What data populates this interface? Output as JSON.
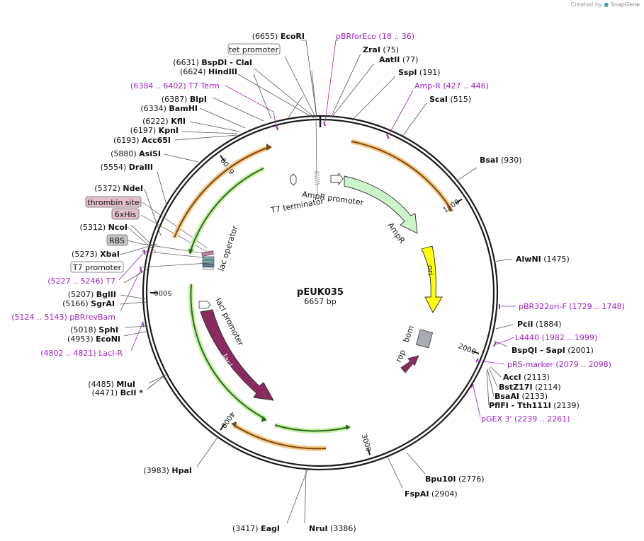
{
  "credit": {
    "prefix": "Created by",
    "brand": "SnapGene"
  },
  "plasmid": {
    "name": "pEUK035",
    "size_label": "6657 bp"
  },
  "ticks": [
    "1000",
    "2000",
    "3000",
    "4000",
    "5000",
    "6000"
  ],
  "sites": [
    {
      "id": "ecori",
      "left": true,
      "pos": "(6655)",
      "name": "EcoRI"
    },
    {
      "id": "zrai",
      "left": false,
      "name": "ZraI",
      "pos": "(75)"
    },
    {
      "id": "aatii",
      "left": false,
      "name": "AatII",
      "pos": "(77)"
    },
    {
      "id": "sspi",
      "left": false,
      "name": "SspI",
      "pos": "(191)"
    },
    {
      "id": "scai",
      "left": false,
      "name": "ScaI",
      "pos": "(515)"
    },
    {
      "id": "bsai",
      "left": false,
      "name": "BsaI",
      "pos": "(930)"
    },
    {
      "id": "alwni",
      "left": false,
      "name": "AlwNI",
      "pos": "(1475)"
    },
    {
      "id": "pcii",
      "left": false,
      "name": "PciI",
      "pos": "(1884)"
    },
    {
      "id": "bspqi",
      "left": false,
      "name": "BspQI",
      "name2": " - SapI",
      "pos": "(2001)"
    },
    {
      "id": "acci",
      "left": false,
      "name": "AccI",
      "pos": "(2113)"
    },
    {
      "id": "bstz17i",
      "left": false,
      "name": "BstZ17I",
      "pos": "(2114)"
    },
    {
      "id": "bsaai",
      "left": false,
      "name": "BsaAI",
      "pos": "(2133)"
    },
    {
      "id": "pflfi",
      "left": false,
      "name": "PflFI",
      "name2": " - Tth111I",
      "pos": "(2139)"
    },
    {
      "id": "bpu10i",
      "left": false,
      "name": "Bpu10I",
      "pos": "(2776)"
    },
    {
      "id": "fspai",
      "left": false,
      "name": "FspAI",
      "pos": "(2904)"
    },
    {
      "id": "nrui",
      "left": false,
      "name": "NruI",
      "pos": "(3386)"
    },
    {
      "id": "eagi",
      "left": true,
      "pos": "(3417)",
      "name": "EagI"
    },
    {
      "id": "hpai",
      "left": true,
      "pos": "(3983)",
      "name": "HpaI"
    },
    {
      "id": "bcli",
      "left": true,
      "pos": "(4471)",
      "name": "BclI *"
    },
    {
      "id": "mlui",
      "left": true,
      "pos": "(4485)",
      "name": "MluI"
    },
    {
      "id": "econi",
      "left": true,
      "pos": "(4953)",
      "name": "EcoNI"
    },
    {
      "id": "sphi",
      "left": true,
      "pos": "(5018)",
      "name": "SphI"
    },
    {
      "id": "sgrai",
      "left": true,
      "pos": "(5166)",
      "name": "SgrAI"
    },
    {
      "id": "bglii",
      "left": true,
      "pos": "(5207)",
      "name": "BglII"
    },
    {
      "id": "xbai",
      "left": true,
      "pos": "(5273)",
      "name": "XbaI"
    },
    {
      "id": "ncoi",
      "left": true,
      "pos": "(5312)",
      "name": "NcoI"
    },
    {
      "id": "ndei",
      "left": true,
      "pos": "(5372)",
      "name": "NdeI"
    },
    {
      "id": "draiii",
      "left": true,
      "pos": "(5554)",
      "name": "DraIII"
    },
    {
      "id": "asisi",
      "left": true,
      "pos": "(5880)",
      "name": "AsiSI"
    },
    {
      "id": "acc65i",
      "left": true,
      "pos": "(6193)",
      "name": "Acc65I"
    },
    {
      "id": "kpni",
      "left": true,
      "pos": "(6197)",
      "name": "KpnI"
    },
    {
      "id": "kfli",
      "left": true,
      "pos": "(6222)",
      "name": "KflI"
    },
    {
      "id": "bamhi",
      "left": true,
      "pos": "(6334)",
      "name": "BamHI"
    },
    {
      "id": "blpi",
      "left": true,
      "pos": "(6387)",
      "name": "BlpI"
    },
    {
      "id": "hindiii",
      "left": true,
      "pos": "(6624)",
      "name": "HindIII"
    },
    {
      "id": "bspdi",
      "left": true,
      "pos": "(6631)",
      "name": "BspDI",
      "name2": " - ClaI"
    }
  ],
  "primers": [
    {
      "id": "pbrforeco",
      "name": "pBRforEco",
      "range": "(18 .. 36)"
    },
    {
      "id": "ampr-primer",
      "name": "Amp-R",
      "range": "(427 .. 446)"
    },
    {
      "id": "pbr322ori",
      "name": "pBR322ori-F",
      "range": "(1729 .. 1748)"
    },
    {
      "id": "l4440",
      "name": "L4440",
      "range": "(1982 .. 1999)"
    },
    {
      "id": "prs-marker",
      "name": "pRS-marker",
      "range": "(2079 .. 2098)"
    },
    {
      "id": "pgex3",
      "name": "pGEX 3'",
      "range": "(2239 .. 2261)"
    },
    {
      "id": "laci-r",
      "name": "LacI-R",
      "range": "(4802 .. 4821)"
    },
    {
      "id": "pbrrevbam",
      "name": "pBRrevBam",
      "range": "(5124 .. 5143)"
    },
    {
      "id": "t7",
      "name": "T7",
      "range": "(5227 .. 5246)"
    },
    {
      "id": "t7term",
      "name": "T7 Term",
      "range": "(6384 .. 6402)"
    }
  ],
  "boxed_labels": {
    "tet_promoter": "tet promoter",
    "thrombin_site": "thrombin site",
    "six_his": "6xHis",
    "rbs": "RBS",
    "t7_promoter": "T7 promoter"
  },
  "features": {
    "ampr_promoter": "AmpR promoter",
    "t7_terminator": "T7 terminator",
    "ampr": "AmpR",
    "ori": "ori",
    "bom": "bom",
    "rop": "rop",
    "lac_operator": "lac operator",
    "laci_promoter": "lacI promoter",
    "laci": "lacI"
  },
  "colors": {
    "backbone": "#1a1a1a",
    "primer": "#a020c8",
    "orf_orange": "#d4801a",
    "orf_green": "#2e8b1e",
    "ampr_fill": "#ccf5cc",
    "ori_fill": "#ffff00",
    "laci_fill": "#8b2a5e",
    "rop_fill": "#8b2a5e",
    "bom_fill": "#a9adb3"
  }
}
